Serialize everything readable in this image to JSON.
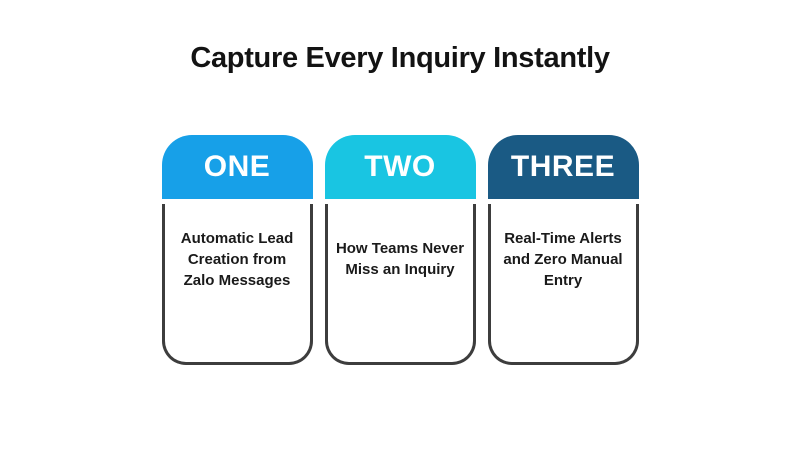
{
  "title": "Capture Every Inquiry Instantly",
  "cards": [
    {
      "label": "ONE",
      "header_color": "#17A0E8",
      "text": "Automatic Lead\nCreation from\nZalo Messages"
    },
    {
      "label": "TWO",
      "header_color": "#19C5E2",
      "text": "How Teams Never\nMiss an Inquiry"
    },
    {
      "label": "THREE",
      "header_color": "#1A5A84",
      "text": "Real-Time Alerts\nand Zero Manual\nEntry"
    }
  ],
  "colors": {
    "background": "#FFFFFF",
    "title_text": "#131313",
    "card_text": "#1A1A1A",
    "card_border": "#3D3D3D",
    "header_label": "#FFFFFF"
  }
}
